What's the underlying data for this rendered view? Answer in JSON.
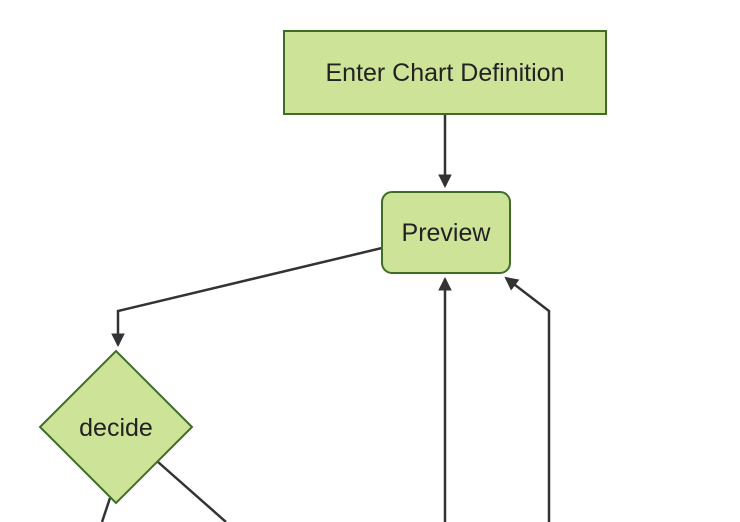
{
  "diagram": {
    "type": "flowchart",
    "direction": "top-down",
    "nodes": [
      {
        "id": "A",
        "label": "Enter Chart Definition",
        "shape": "rectangle"
      },
      {
        "id": "B",
        "label": "Preview",
        "shape": "rounded-rectangle"
      },
      {
        "id": "C",
        "label": "decide",
        "shape": "diamond"
      }
    ],
    "edges": [
      {
        "from": "A",
        "to": "B",
        "arrowhead": true
      },
      {
        "from": "B",
        "to": "C",
        "arrowhead": true
      },
      {
        "from": "offscreen-bottom",
        "to": "B",
        "arrowhead": true
      },
      {
        "from": "offscreen-bottom-right",
        "to": "B",
        "arrowhead": true
      },
      {
        "from": "C",
        "to": "offscreen-bottom-left",
        "arrowhead": false
      },
      {
        "from": "C",
        "to": "offscreen-bottom-right",
        "arrowhead": false
      }
    ],
    "colors": {
      "node_fill": "#cde498",
      "node_border": "#3f6d28",
      "edge_stroke": "#333333",
      "label_text": "#222222",
      "canvas_background": "#ffffff"
    }
  }
}
